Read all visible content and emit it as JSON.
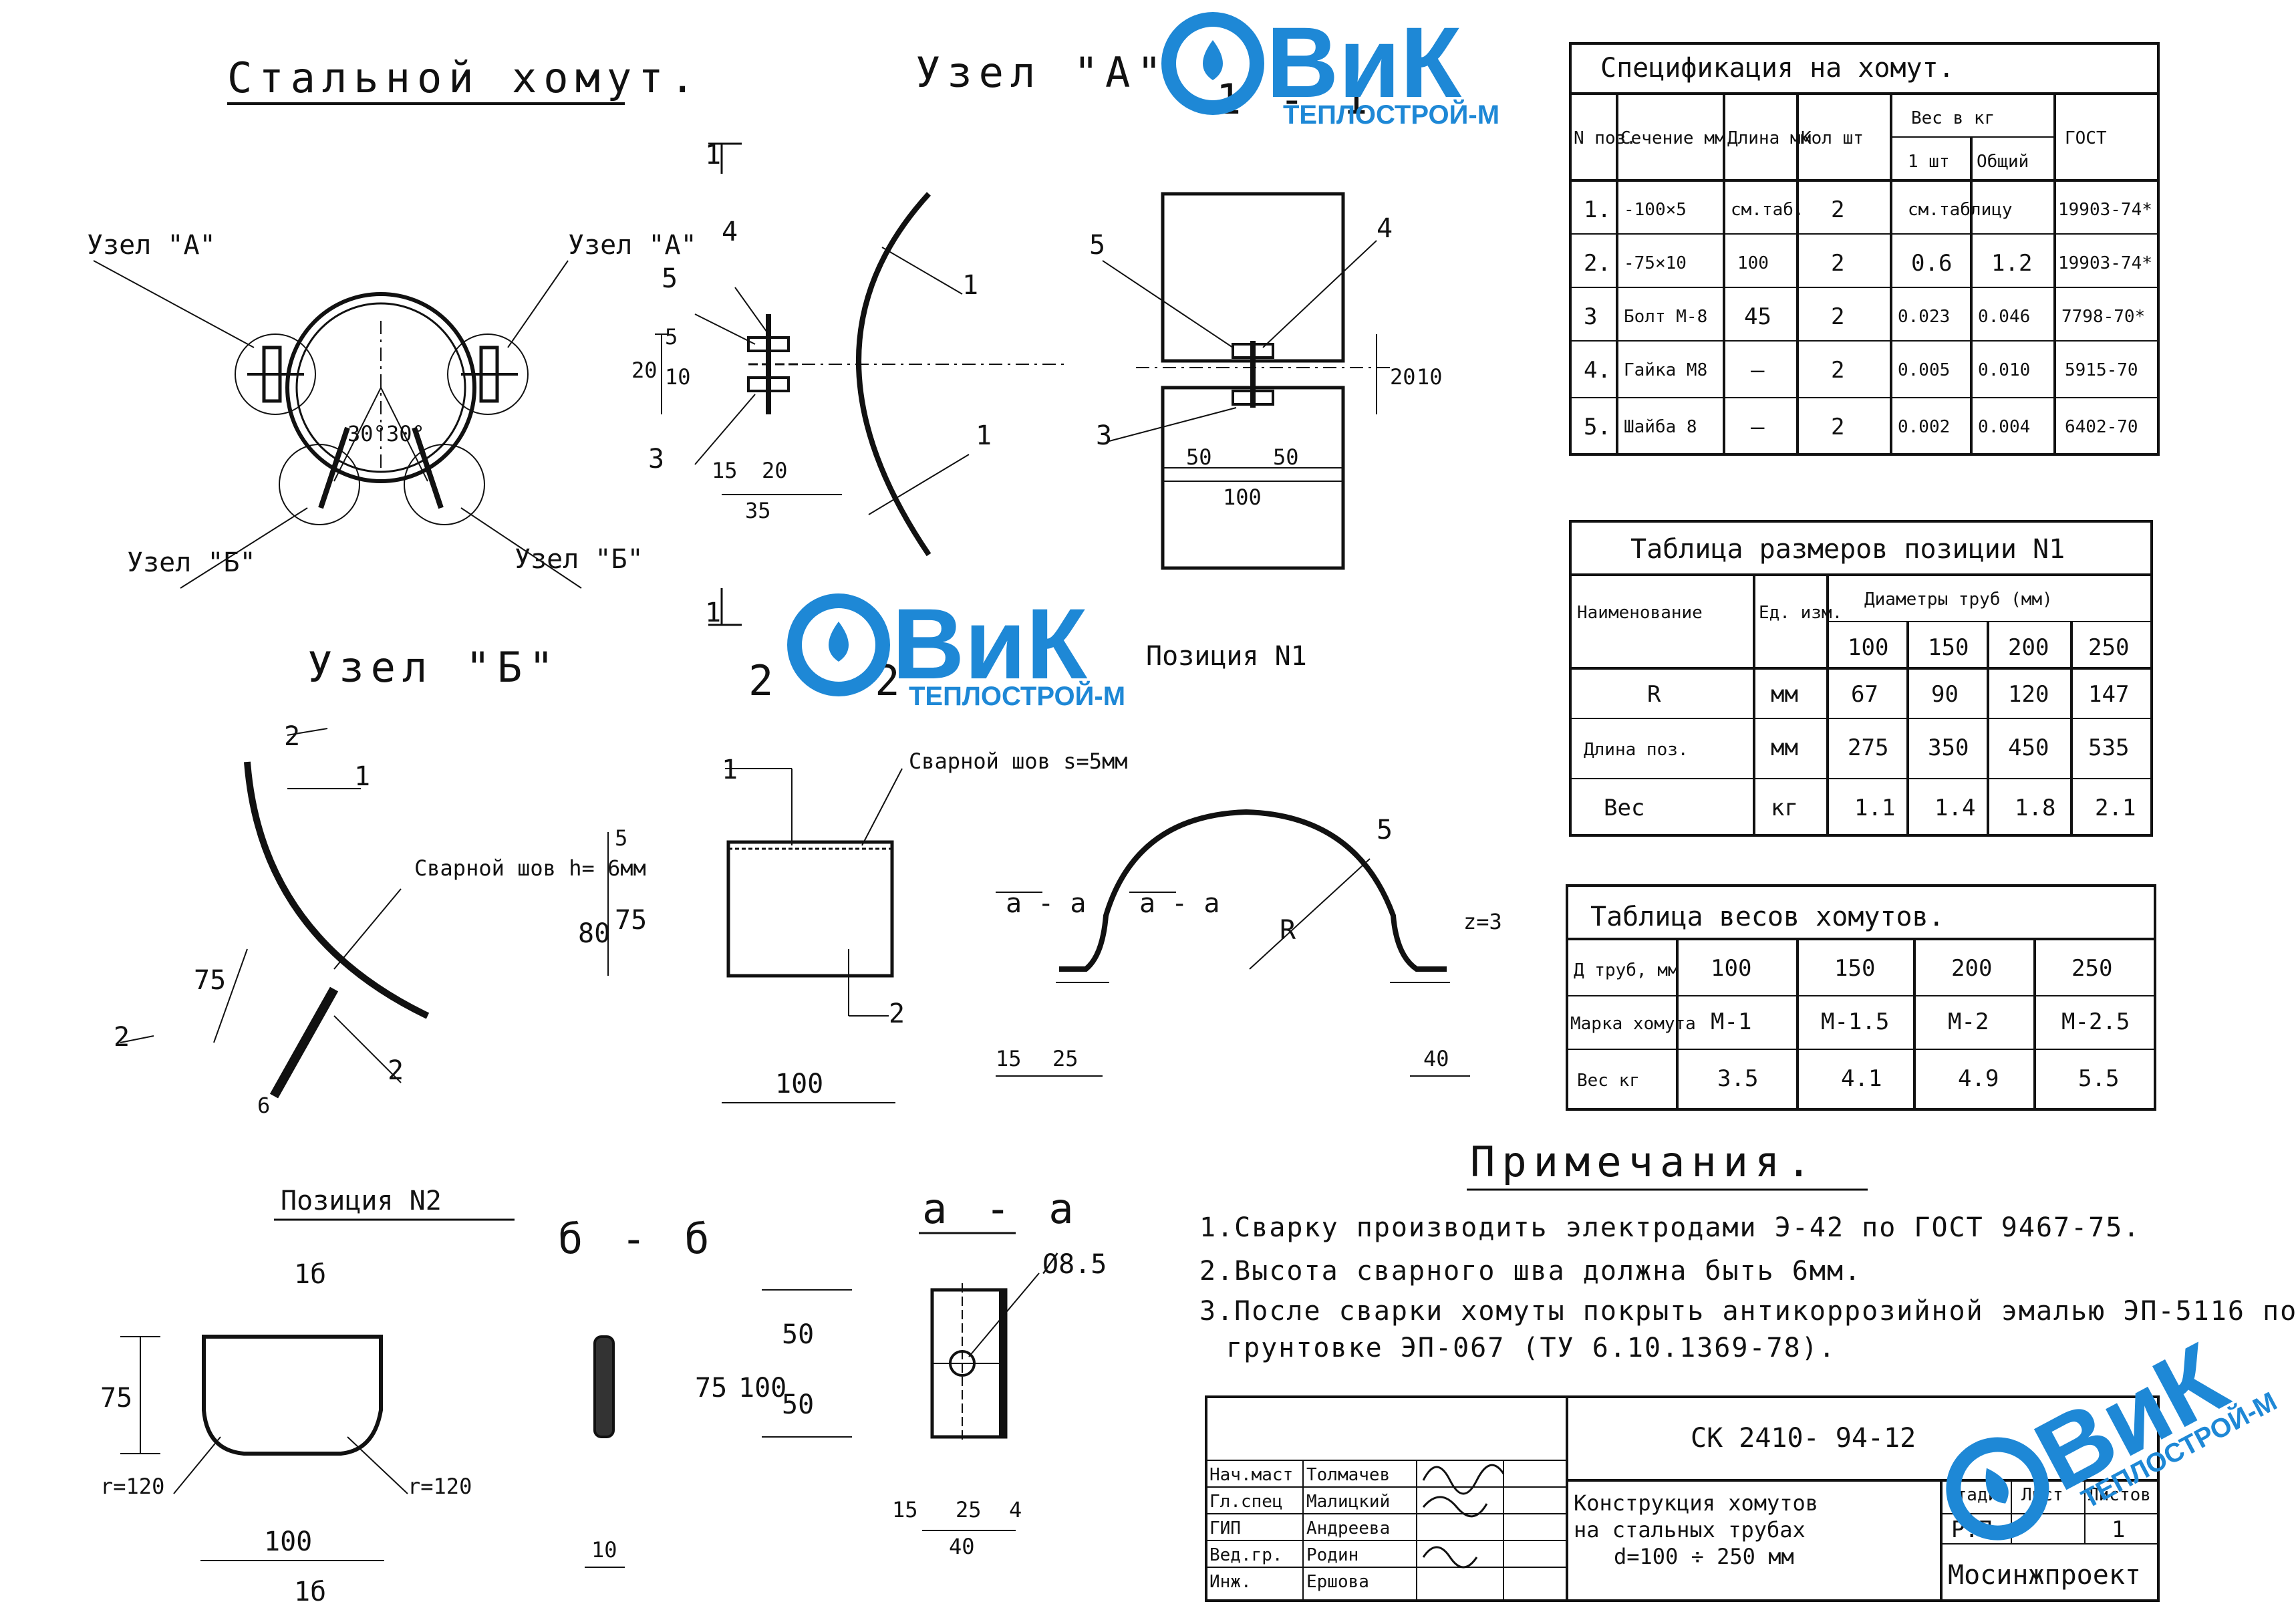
{
  "drawing": {
    "title": "Стальной хомут.",
    "node_a": "Узел \"А\"",
    "node_a_left": "Узел \"А\"",
    "node_a_right": "Узел \"А\"",
    "node_b_left": "Узел \"Б\"",
    "node_b_right": "Узел \"Б\"",
    "node_b_title": "Узел \"Б\"",
    "section_1_1": "1 - 1",
    "section_2_2": "2 - 2",
    "section_a_a": "а - а",
    "section_b_b": "б - б",
    "position_1": "Позиция N1",
    "position_2": "Позиция N2",
    "weld_seam_b": "Сварной шов h= 6мм",
    "weld_seam_2": "Сварной шов s=5мм",
    "angle_30": "30°"
  },
  "watermark": {
    "brand": "ВиК",
    "sub": "ТЕПЛОСТРОЙ-М"
  },
  "spec_table": {
    "title": "Спецификация на хомут.",
    "headers": [
      "N поз.",
      "Сечение мм",
      "Длина мм",
      "Кол шт",
      "Вес в кг",
      "1 шт",
      "Общий",
      "ГОСТ"
    ],
    "rows": [
      [
        "1.",
        "-100×5",
        "см.таб.",
        "2",
        "см.таблицу",
        "",
        "19903-74*"
      ],
      [
        "2.",
        "-75×10",
        "100",
        "2",
        "0.6",
        "1.2",
        "19903-74*"
      ],
      [
        "3",
        "Болт М-8",
        "45",
        "2",
        "0.023",
        "0.046",
        "7798-70*"
      ],
      [
        "4.",
        "Гайка М8",
        "—",
        "2",
        "0.005",
        "0.010",
        "5915-70"
      ],
      [
        "5.",
        "Шайба 8",
        "—",
        "2",
        "0.002",
        "0.004",
        "6402-70"
      ]
    ]
  },
  "size_table": {
    "title": "Таблица размеров позиции N1",
    "header_name": "Наименование",
    "header_unit": "Ед. изм.",
    "header_diam": "Диаметры труб (мм)",
    "diameters": [
      "100",
      "150",
      "200",
      "250"
    ],
    "rows": [
      {
        "name": "R",
        "unit": "мм",
        "values": [
          "67",
          "90",
          "120",
          "147"
        ]
      },
      {
        "name": "Длина поз.",
        "unit": "мм",
        "values": [
          "275",
          "350",
          "450",
          "535"
        ]
      },
      {
        "name": "Вес",
        "unit": "кг",
        "values": [
          "1.1",
          "1.4",
          "1.8",
          "2.1"
        ]
      }
    ]
  },
  "weight_table": {
    "title": "Таблица весов хомутов.",
    "row_labels": [
      "Д труб, мм",
      "Марка хомута",
      "Вес кг"
    ],
    "columns": [
      {
        "d": "100",
        "mark": "М-1",
        "weight": "3.5"
      },
      {
        "d": "150",
        "mark": "М-1.5",
        "weight": "4.1"
      },
      {
        "d": "200",
        "mark": "М-2",
        "weight": "4.9"
      },
      {
        "d": "250",
        "mark": "М-2.5",
        "weight": "5.5"
      }
    ]
  },
  "notes": {
    "title": "Примечания.",
    "items": [
      "1.Сварку производить электродами Э-42 по ГОСТ 9467-75.",
      "2.Высота сварного шва должна быть 6мм.",
      "3.После сварки хомуты покрыть антикоррозийной эмалью ЭП-5116 по",
      "грунтовке ЭП-067 (ТУ 6.10.1369-78)."
    ]
  },
  "title_block": {
    "code": "СК 2410- 94-12",
    "name_lines": [
      "Конструкция хомутов",
      "на стальных трубах",
      "d=100 ÷ 250 мм"
    ],
    "roles": [
      "Нач.маст",
      "Гл.спец",
      "ГИП",
      "Вед.гр.",
      "Инж."
    ],
    "names": [
      "Толмачев",
      "Малицкий",
      "Андреева",
      "Родин",
      "Ершова"
    ],
    "stage_label": "Стадия",
    "sheet_label": "Лист",
    "sheets_label": "Листов",
    "stage": "Р.П.",
    "sheets": "1",
    "org": "Мосинжпроект"
  },
  "dims": {
    "d4": "4",
    "d5": "5",
    "d1": "1",
    "d20": "20",
    "d10": "10",
    "d5b": "5",
    "d3": "3",
    "d15": "15",
    "d20b": "20",
    "d35": "35",
    "d2": "2",
    "d50a": "50",
    "d50b": "50",
    "d100": "100",
    "b75": "75",
    "b6": "6",
    "b2": "2",
    "s80": "80",
    "s75": "75",
    "s5": "5",
    "s100": "100",
    "p1_R": "R",
    "p1_5": "5",
    "p1_z": "z=3",
    "p1_15": "15",
    "p1_25": "25",
    "p1_40": "40",
    "p2_75": "75",
    "p2_r1": "r=120",
    "p2_r2": "r=120",
    "p2_100": "100",
    "p2_1b": "1б",
    "bb_10": "10",
    "aa_d": "Ø8.5",
    "aa_75": "75",
    "aa_100": "100",
    "aa_50a": "50",
    "aa_50b": "50",
    "aa_15": "15",
    "aa_25": "25",
    "aa_4": "4",
    "aa_40": "40"
  }
}
